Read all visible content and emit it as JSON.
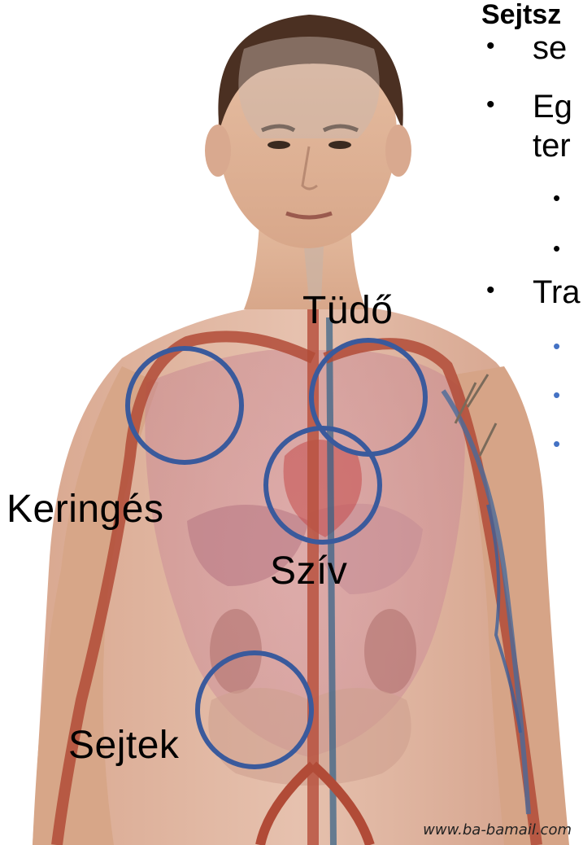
{
  "slide": {
    "heading": "Sejtsz",
    "bullets": [
      {
        "level": 1,
        "text": "se"
      },
      {
        "level": 1,
        "text": "Eg"
      },
      {
        "level": 1,
        "text": "ter"
      },
      {
        "level": 2,
        "text": ""
      },
      {
        "level": 2,
        "text": ""
      },
      {
        "level": 1,
        "text": "Tra"
      },
      {
        "level": 2,
        "text": ""
      },
      {
        "level": 2,
        "text": ""
      },
      {
        "level": 2,
        "text": ""
      }
    ]
  },
  "labels": {
    "lung": "Tüdő",
    "circulation": "Keringés",
    "heart": "Szív",
    "cells": "Sejtek"
  },
  "watermark": "www.ba-bamail.com",
  "colors": {
    "circle_stroke": "#3a5a9c",
    "bullet_blue": "#4472c4"
  }
}
